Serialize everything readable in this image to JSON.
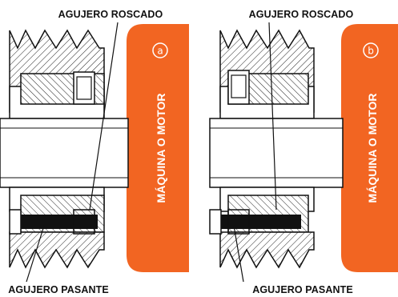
{
  "colors": {
    "accent": "#f26522"
  },
  "panels": [
    {
      "badge": "a",
      "machine_label": "MÁQUINA O MOTOR",
      "threaded_hole_label": "AGUJERO ROSCADO",
      "through_hole_label": "AGUJERO PASANTE"
    },
    {
      "badge": "b",
      "machine_label": "MÁQUINA O MOTOR",
      "threaded_hole_label": "AGUJERO ROSCADO",
      "through_hole_label": "AGUJERO PASANTE"
    }
  ]
}
